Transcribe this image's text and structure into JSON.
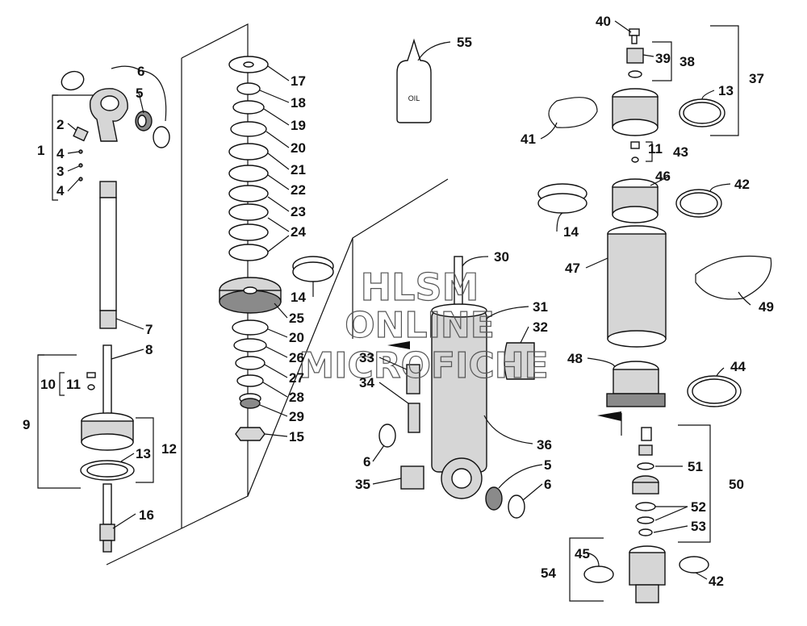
{
  "watermark": {
    "line1": "HLSM",
    "line2": "ONLINE",
    "line3": "MICROFICHE"
  },
  "bottle_label": "OIL",
  "callouts": [
    {
      "id": "c1",
      "text": "1"
    },
    {
      "id": "c2",
      "text": "2"
    },
    {
      "id": "c3",
      "text": "3"
    },
    {
      "id": "c4a",
      "text": "4"
    },
    {
      "id": "c4b",
      "text": "4"
    },
    {
      "id": "c5a",
      "text": "5"
    },
    {
      "id": "c6a",
      "text": "6"
    },
    {
      "id": "c7",
      "text": "7"
    },
    {
      "id": "c8",
      "text": "8"
    },
    {
      "id": "c9",
      "text": "9"
    },
    {
      "id": "c10",
      "text": "10"
    },
    {
      "id": "c11a",
      "text": "11"
    },
    {
      "id": "c12",
      "text": "12"
    },
    {
      "id": "c13a",
      "text": "13"
    },
    {
      "id": "c16",
      "text": "16"
    },
    {
      "id": "c17",
      "text": "17"
    },
    {
      "id": "c18",
      "text": "18"
    },
    {
      "id": "c19",
      "text": "19"
    },
    {
      "id": "c20a",
      "text": "20"
    },
    {
      "id": "c21",
      "text": "21"
    },
    {
      "id": "c22",
      "text": "22"
    },
    {
      "id": "c23",
      "text": "23"
    },
    {
      "id": "c24",
      "text": "24"
    },
    {
      "id": "c14a",
      "text": "14"
    },
    {
      "id": "c25",
      "text": "25"
    },
    {
      "id": "c20b",
      "text": "20"
    },
    {
      "id": "c26",
      "text": "26"
    },
    {
      "id": "c27",
      "text": "27"
    },
    {
      "id": "c28",
      "text": "28"
    },
    {
      "id": "c29",
      "text": "29"
    },
    {
      "id": "c15",
      "text": "15"
    },
    {
      "id": "c55",
      "text": "55"
    },
    {
      "id": "c30",
      "text": "30"
    },
    {
      "id": "c31",
      "text": "31"
    },
    {
      "id": "c32",
      "text": "32"
    },
    {
      "id": "c33",
      "text": "33"
    },
    {
      "id": "c34",
      "text": "34"
    },
    {
      "id": "c36",
      "text": "36"
    },
    {
      "id": "c6b",
      "text": "6"
    },
    {
      "id": "c35",
      "text": "35"
    },
    {
      "id": "c5b",
      "text": "5"
    },
    {
      "id": "c6c",
      "text": "6"
    },
    {
      "id": "c40",
      "text": "40"
    },
    {
      "id": "c39",
      "text": "39"
    },
    {
      "id": "c38",
      "text": "38"
    },
    {
      "id": "c37",
      "text": "37"
    },
    {
      "id": "c13b",
      "text": "13"
    },
    {
      "id": "c41",
      "text": "41"
    },
    {
      "id": "c11b",
      "text": "11"
    },
    {
      "id": "c43",
      "text": "43"
    },
    {
      "id": "c46",
      "text": "46"
    },
    {
      "id": "c42a",
      "text": "42"
    },
    {
      "id": "c14b",
      "text": "14"
    },
    {
      "id": "c47",
      "text": "47"
    },
    {
      "id": "c49",
      "text": "49"
    },
    {
      "id": "c48",
      "text": "48"
    },
    {
      "id": "c44",
      "text": "44"
    },
    {
      "id": "c51",
      "text": "51"
    },
    {
      "id": "c50",
      "text": "50"
    },
    {
      "id": "c52",
      "text": "52"
    },
    {
      "id": "c53",
      "text": "53"
    },
    {
      "id": "c45",
      "text": "45"
    },
    {
      "id": "c54",
      "text": "54"
    },
    {
      "id": "c42b",
      "text": "42"
    }
  ]
}
